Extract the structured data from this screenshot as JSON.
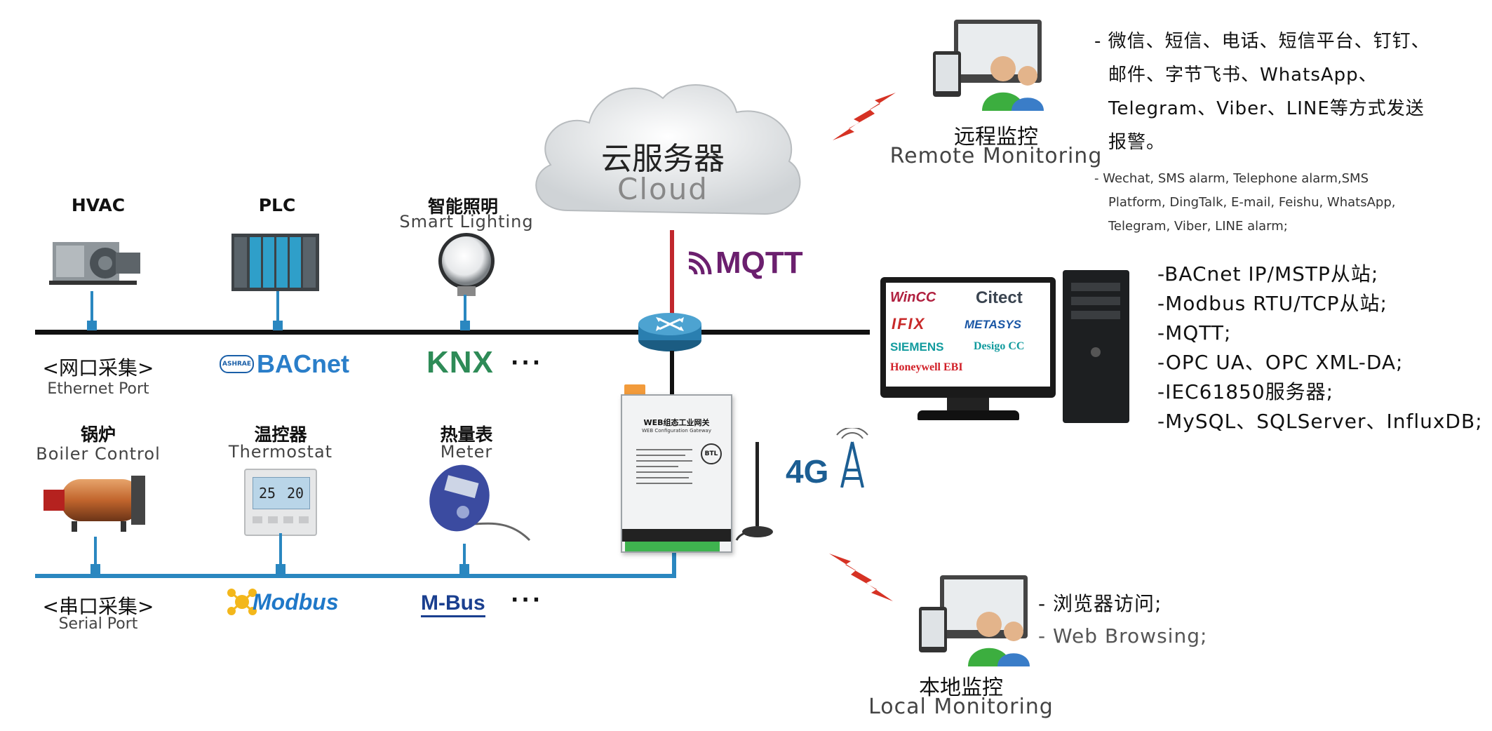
{
  "cloud": {
    "cn": "云服务器",
    "en": "Cloud"
  },
  "mqtt": "MQTT",
  "net4g": "4G",
  "field_devices": {
    "hvac": {
      "title": "HVAC"
    },
    "plc": {
      "title": "PLC"
    },
    "lighting": {
      "cn": "智能照明",
      "en": "Smart Lighting"
    },
    "boiler": {
      "cn": "锅炉",
      "en": "Boiler Control"
    },
    "thermostat": {
      "cn": "温控器",
      "en": "Thermostat",
      "reading1": "25",
      "reading2": "20"
    },
    "meter": {
      "cn": "热量表",
      "en": "Meter"
    }
  },
  "ethernet_port": {
    "cn": "<网口采集>",
    "en": "Ethernet Port"
  },
  "serial_port": {
    "cn": "<串口采集>",
    "en": "Serial Port"
  },
  "protocols": {
    "bacnet": "BACnet",
    "ashrae": "ASHRAE",
    "knx": "KNX",
    "modbus": "Modbus",
    "mbus": "M-Bus",
    "ellipsis": "···"
  },
  "gateway": {
    "title_cn": "WEB组态工业网关",
    "title_en": "WEB Configuration Gateway",
    "badge": "BTL"
  },
  "remote": {
    "cn": "远程监控",
    "en": "Remote Monitoring",
    "alarm_cn": [
      "- 微信、短信、电话、短信平台、钉钉、",
      "邮件、字节飞书、WhatsApp、",
      "Telegram、Viber、LINE等方式发送",
      "报警。"
    ],
    "alarm_en": [
      "- Wechat, SMS alarm, Telephone alarm,SMS",
      "Platform, DingTalk, E-mail, Feishu, WhatsApp,",
      "Telegram, Viber,  LINE alarm;"
    ]
  },
  "scada": {
    "logos": [
      "WinCC",
      "Citect",
      "IFIX",
      "METASYS",
      "SIEMENS",
      "Desigo CC",
      "Honeywell EBI"
    ],
    "protocols": [
      "-BACnet IP/MSTP从站;",
      "-Modbus RTU/TCP从站;",
      "-MQTT;",
      "-OPC UA、OPC XML-DA;",
      "-IEC61850服务器;",
      "-MySQL、SQLServer、InfluxDB;"
    ]
  },
  "local": {
    "cn": "本地监控",
    "en": "Local Monitoring",
    "notes": [
      "- 浏览器访问;",
      "- Web Browsing;"
    ]
  },
  "colors": {
    "ethernet_bus": "#111111",
    "serial_bus": "#2a87c0",
    "mqtt_link": "#c0272d",
    "mqtt_brand": "#6b1f6e"
  }
}
